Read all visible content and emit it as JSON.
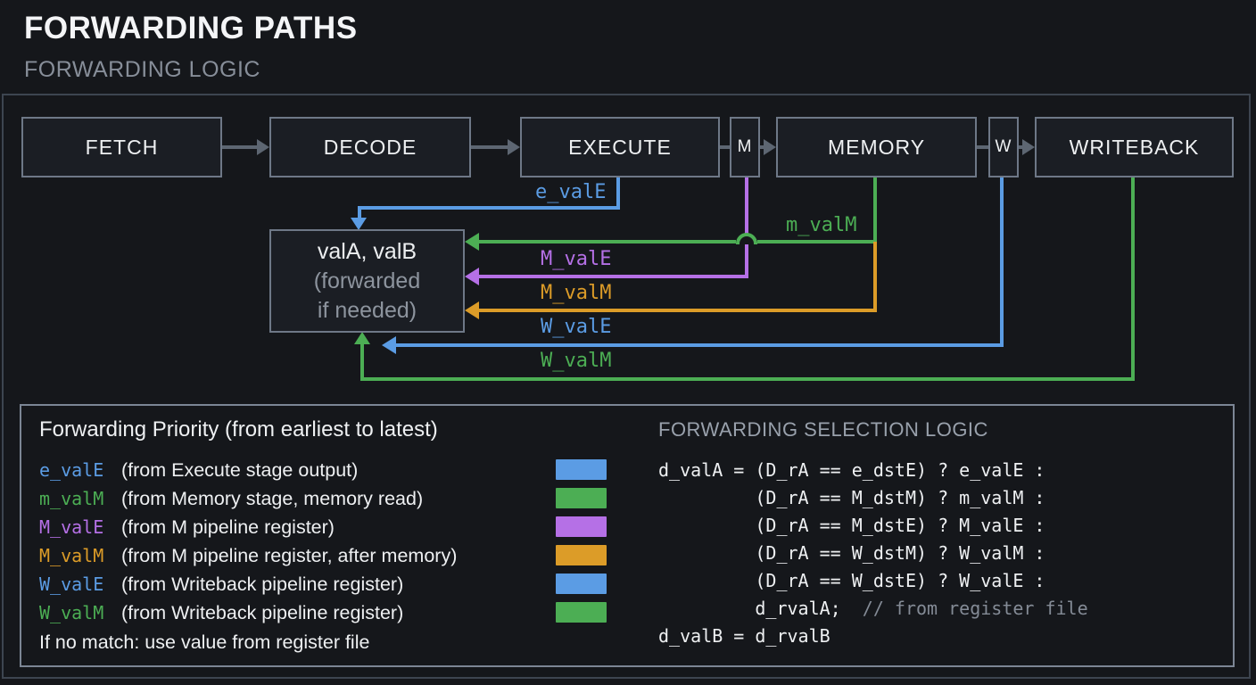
{
  "header": {
    "title": "FORWARDING PATHS",
    "subtitle": "FORWARDING LOGIC"
  },
  "colors": {
    "blue": "#5b9ce4",
    "green": "#4cae54",
    "purple": "#b570e6",
    "orange": "#dc9c28"
  },
  "pipeline": {
    "stages": [
      {
        "label": "FETCH"
      },
      {
        "label": "DECODE"
      },
      {
        "label": "EXECUTE"
      },
      {
        "label": "M"
      },
      {
        "label": "MEMORY"
      },
      {
        "label": "W"
      },
      {
        "label": "WRITEBACK"
      }
    ]
  },
  "diagram": {
    "dest_box": {
      "line1": "valA, valB",
      "line2": "(forwarded",
      "line3": "if needed)"
    },
    "labels": {
      "e_valE": "e_valE",
      "m_valM": "m_valM",
      "M_valE": "M_valE",
      "M_valM": "M_valM",
      "W_valE": "W_valE",
      "W_valM": "W_valM"
    }
  },
  "legend": {
    "title": "Forwarding Priority (from earliest to latest)",
    "rows": [
      {
        "name": "e_valE",
        "desc": "(from Execute stage output)",
        "color": "#5b9ce4"
      },
      {
        "name": "m_valM",
        "desc": "(from Memory stage, memory read)",
        "color": "#4cae54"
      },
      {
        "name": "M_valE",
        "desc": "(from M pipeline register)",
        "color": "#b570e6"
      },
      {
        "name": "M_valM",
        "desc": "(from M pipeline register, after memory)",
        "color": "#dc9c28"
      },
      {
        "name": "W_valE",
        "desc": "(from Writeback pipeline register)",
        "color": "#5b9ce4"
      },
      {
        "name": "W_valM",
        "desc": "(from Writeback pipeline register)",
        "color": "#4cae54"
      }
    ],
    "footer": "If no match: use value from register file"
  },
  "logic": {
    "title": "FORWARDING SELECTION LOGIC",
    "lines": [
      {
        "code": "d_valA = (D_rA == e_dstE) ? e_valE :",
        "comment": ""
      },
      {
        "code": "         (D_rA == M_dstM) ? m_valM :",
        "comment": ""
      },
      {
        "code": "         (D_rA == M_dstE) ? M_valE :",
        "comment": ""
      },
      {
        "code": "         (D_rA == W_dstM) ? W_valM :",
        "comment": ""
      },
      {
        "code": "         (D_rA == W_dstE) ? W_valE :",
        "comment": ""
      },
      {
        "code": "         d_rvalA;  ",
        "comment": "// from register file"
      },
      {
        "code": "d_valB = d_rvalB",
        "comment": ""
      }
    ]
  }
}
